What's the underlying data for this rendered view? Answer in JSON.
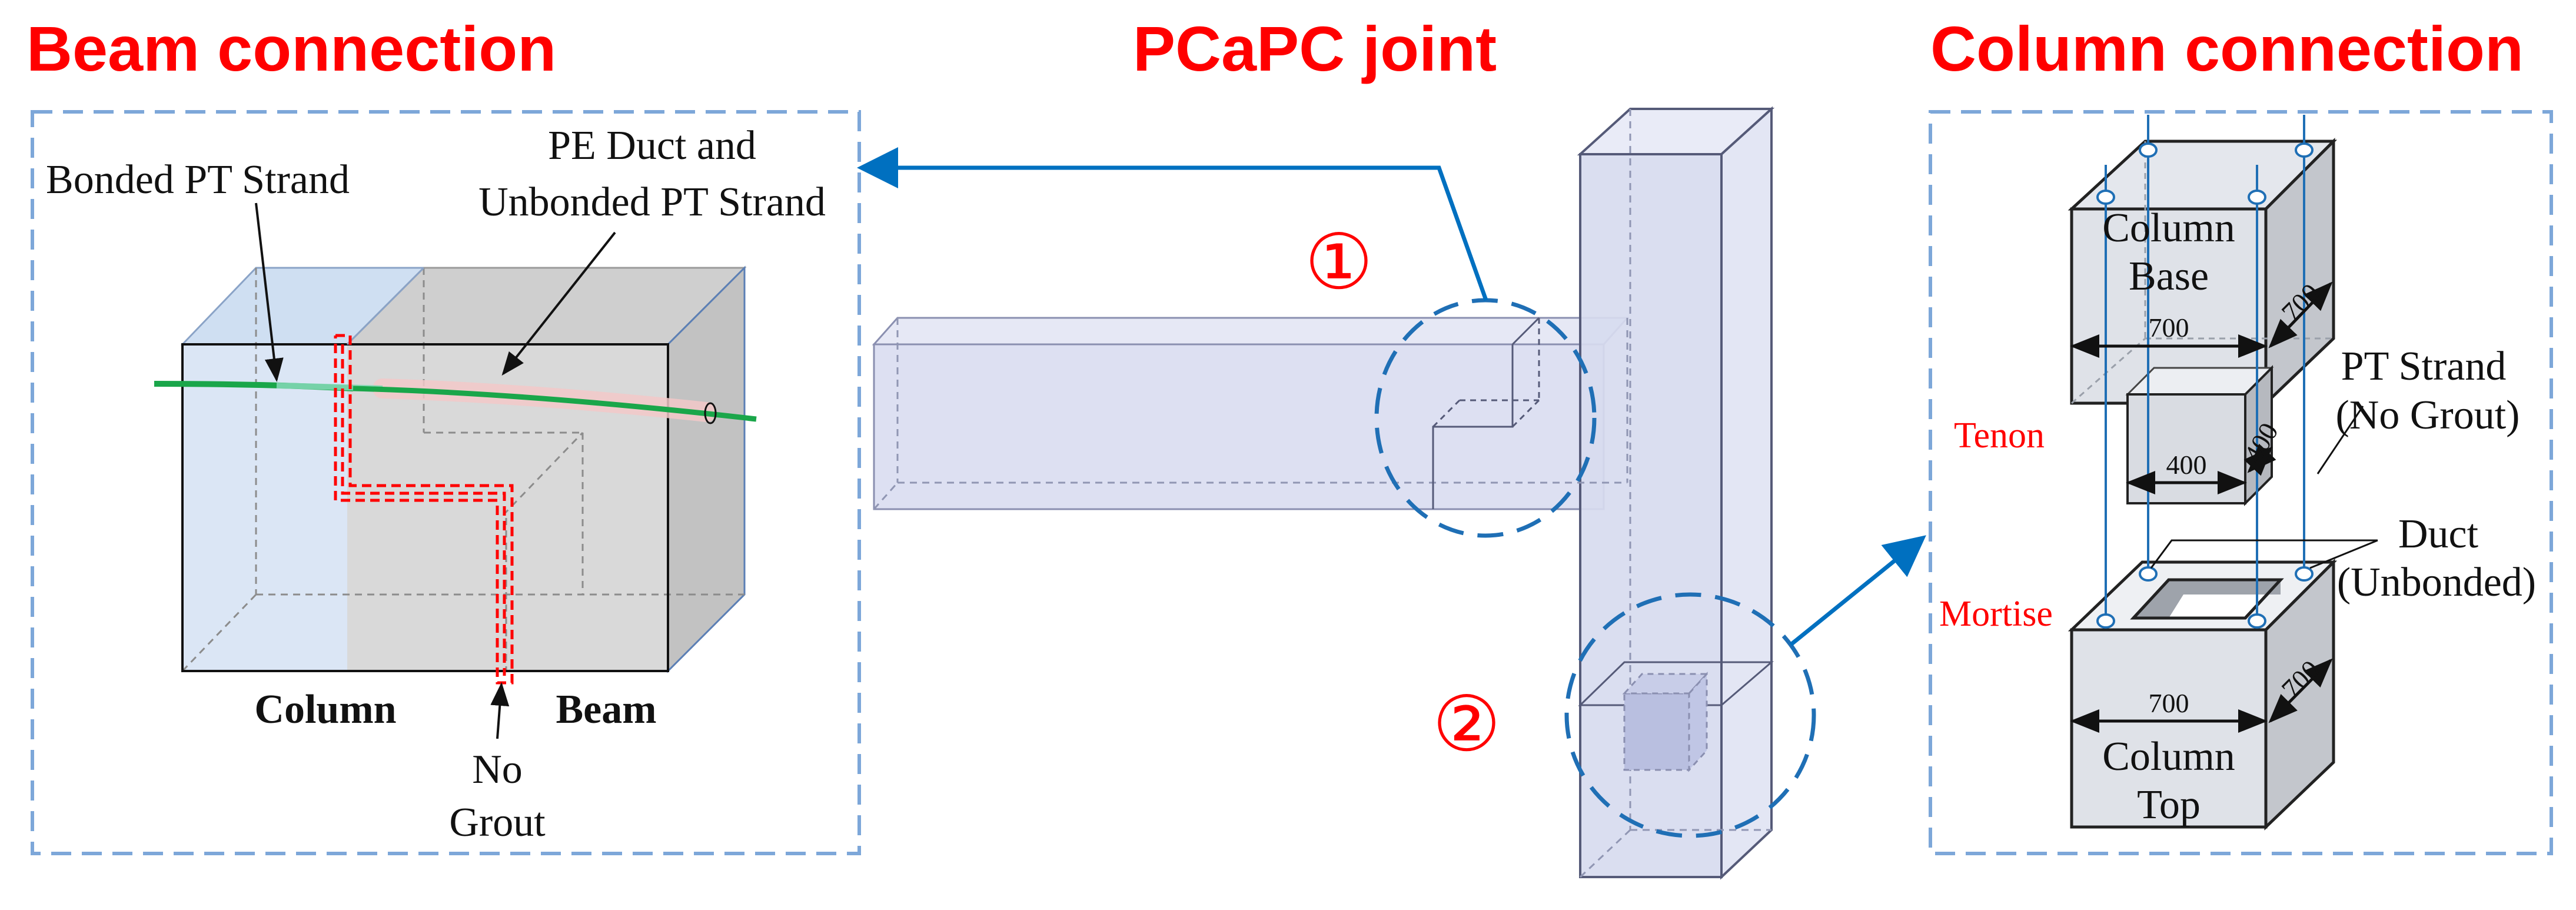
{
  "titles": {
    "beam_connection": "Beam connection",
    "joint": "PCaPC joint",
    "column_connection": "Column connection"
  },
  "beam_panel": {
    "bonded_strand": "Bonded PT Strand",
    "duct_line1": "PE Duct and",
    "duct_line2": "Unbonded PT Strand",
    "column": "Column",
    "beam": "Beam",
    "no_grout_line1": "No",
    "no_grout_line2": "Grout"
  },
  "joint_panel": {
    "marker_1": "①",
    "marker_2": "②"
  },
  "column_panel": {
    "base_line1": "Column",
    "base_line2": "Base",
    "top_line1": "Column",
    "top_line2": "Top",
    "tenon": "Tenon",
    "mortise": "Mortise",
    "pt_line1": "PT Strand",
    "pt_line2": "(No Grout)",
    "duct_line1": "Duct",
    "duct_line2": "(Unbonded)",
    "dim_base_width": "700",
    "dim_base_depth": "700",
    "dim_tenon_width": "400",
    "dim_tenon_depth": "400",
    "dim_top_width": "700",
    "dim_top_depth": "700"
  },
  "colors": {
    "title_red": "#ff0000",
    "panel_border": "#7da7d9",
    "leader_blue": "#0070c0",
    "strand_green": "#1aa64a",
    "column_fill": "#dbe6f5",
    "beam_fill": "#d9d9d9",
    "joint_fill": "#dde0f2"
  }
}
